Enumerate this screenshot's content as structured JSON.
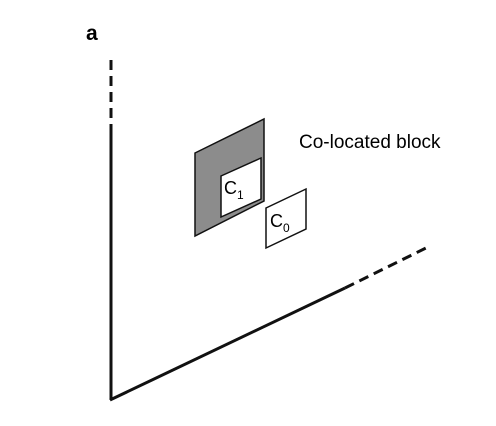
{
  "panel_label": "a",
  "annotation": "Co-located block",
  "blocks": {
    "c1": {
      "letter": "C",
      "subscript": "1"
    },
    "c0": {
      "letter": "C",
      "subscript": "0"
    }
  },
  "colors": {
    "axis": "#111111",
    "colocated_block_fill": "#8c8c8c",
    "block_fill": "#ffffff",
    "stroke": "#111111"
  }
}
